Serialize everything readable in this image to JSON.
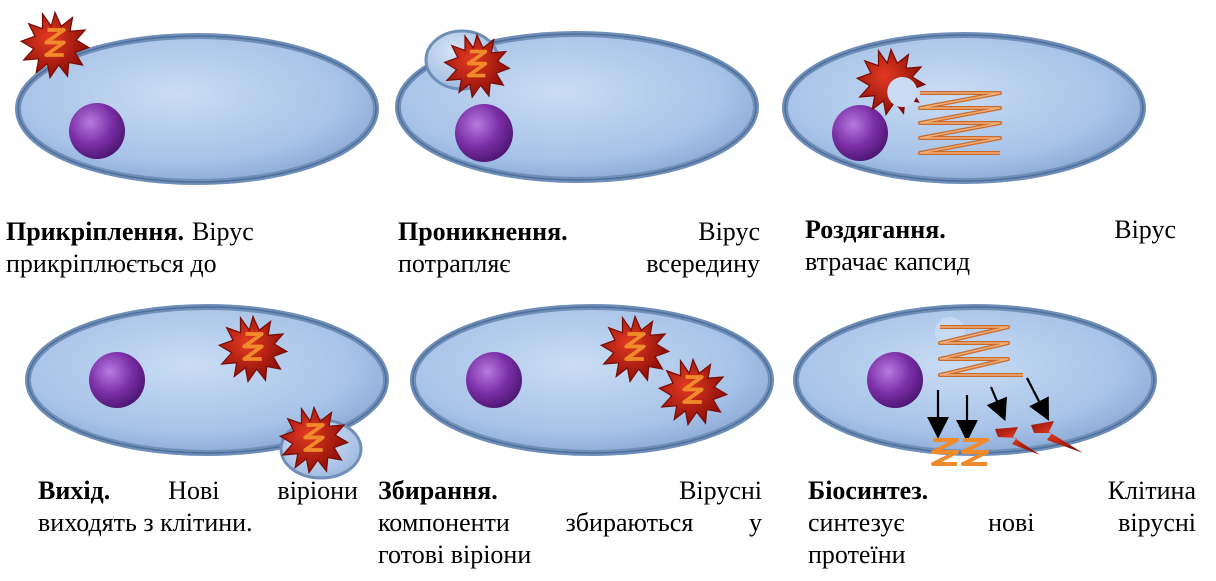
{
  "steps": [
    {
      "title": "Прикріплення.",
      "line1_rest": "Вірус",
      "line2": "прикріплюється до",
      "line3": ""
    },
    {
      "title": "Проникнення.",
      "line1_rest": "Вірус",
      "line2a": "потрапляє",
      "line2b": "всередину",
      "line3": ""
    },
    {
      "title": "Роздягання.",
      "line1_rest": "Вірус",
      "line2": "втрачає капсид",
      "line3": ""
    },
    {
      "title": "Вихід.",
      "line1_a": "Нові",
      "line1_b": "віріони",
      "line2": "виходять з клітини.",
      "line3": ""
    },
    {
      "title": "Збирання.",
      "line1_rest": "Вірусні",
      "line2a": "компоненти",
      "line2b": "збираються",
      "line2c": "у",
      "line3": "готові віріони"
    },
    {
      "title": "Біосинтез.",
      "line1_rest": "Клітина",
      "line2a": "синтезує",
      "line2b": "нові",
      "line2c": "вірусні",
      "line3": "протеїни"
    }
  ],
  "colors": {
    "cell_fill": "#a9c6ea",
    "cell_stroke": "#6f8fb8",
    "nucleus": "#7b2fa6",
    "virus_capsid": "#b3170f",
    "virus_genome": "#f08a2a",
    "arrow": "#000000"
  },
  "icons": [
    "cell-icon",
    "nucleus-icon",
    "virus-icon",
    "rna-icon",
    "protein-icon",
    "arrow-icon"
  ]
}
